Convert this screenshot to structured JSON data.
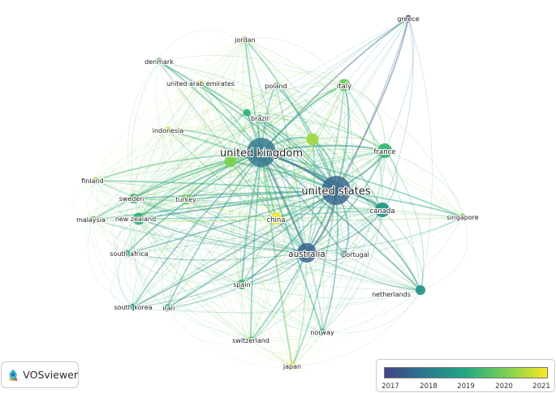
{
  "app": {
    "name": "VOSviewer"
  },
  "legend": {
    "ticks": [
      "2017",
      "2018",
      "2019",
      "2020",
      "2021"
    ],
    "colors": [
      "#414487",
      "#2a788e",
      "#22a884",
      "#7ad151",
      "#fde725"
    ]
  },
  "nodes": [
    {
      "id": "united-kingdom",
      "label": "united kingdom",
      "year": 2017.9,
      "weight": 10
    },
    {
      "id": "united-states",
      "label": "united states",
      "year": 2017.6,
      "weight": 10
    },
    {
      "id": "australia",
      "label": "australia",
      "year": 2017.5,
      "weight": 6
    },
    {
      "id": "greece",
      "label": "greece",
      "year": 2017.3,
      "weight": 1
    },
    {
      "id": "canada",
      "label": "canada",
      "year": 2018.6,
      "weight": 4
    },
    {
      "id": "france",
      "label": "france",
      "year": 2019.3,
      "weight": 4
    },
    {
      "id": "italy",
      "label": "italy",
      "year": 2019.8,
      "weight": 3
    },
    {
      "id": "china",
      "label": "china",
      "year": 2020.9,
      "weight": 3
    },
    {
      "id": "jordan",
      "label": "jordan",
      "year": 2020.2,
      "weight": 1
    },
    {
      "id": "denmark",
      "label": "denmark",
      "year": 2019.6,
      "weight": 1
    },
    {
      "id": "united-arab-emirates",
      "label": "united arab emirates",
      "year": 2020.8,
      "weight": 1
    },
    {
      "id": "poland",
      "label": "poland",
      "year": 2019.9,
      "weight": 1
    },
    {
      "id": "brazil",
      "label": "brazil",
      "year": 2019.5,
      "weight": 1
    },
    {
      "id": "indonesia",
      "label": "indonesia",
      "year": 2020.7,
      "weight": 1
    },
    {
      "id": "finland",
      "label": "finland",
      "year": 2020.3,
      "weight": 1
    },
    {
      "id": "sweden",
      "label": "sweden",
      "year": 2019.4,
      "weight": 2
    },
    {
      "id": "turkey",
      "label": "turkey",
      "year": 2019.8,
      "weight": 2
    },
    {
      "id": "malaysia",
      "label": "malaysia",
      "year": 2019.9,
      "weight": 1
    },
    {
      "id": "new-zealand",
      "label": "new zealand",
      "year": 2019.2,
      "weight": 3
    },
    {
      "id": "singapore",
      "label": "singapore",
      "year": 2020.0,
      "weight": 1
    },
    {
      "id": "south-africa",
      "label": "south africa",
      "year": 2019.0,
      "weight": 1
    },
    {
      "id": "portugal",
      "label": "portugal",
      "year": 2018.5,
      "weight": 1
    },
    {
      "id": "spain",
      "label": "spain",
      "year": 2019.4,
      "weight": 2
    },
    {
      "id": "netherlands",
      "label": "netherlands",
      "year": 2018.6,
      "weight": 2
    },
    {
      "id": "south-korea",
      "label": "south korea",
      "year": 2018.6,
      "weight": 1
    },
    {
      "id": "iran",
      "label": "iran",
      "year": 2019.0,
      "weight": 1
    },
    {
      "id": "norway",
      "label": "norway",
      "year": 2019.1,
      "weight": 1
    },
    {
      "id": "switzerland",
      "label": "switzerland",
      "year": 2019.7,
      "weight": 1
    },
    {
      "id": "japan",
      "label": "japan",
      "year": 2021.0,
      "weight": 1
    },
    {
      "id": "unlabeled-1",
      "label": "",
      "year": 2020.3,
      "weight": 3
    },
    {
      "id": "unlabeled-2",
      "label": "",
      "year": 2020.0,
      "weight": 3
    },
    {
      "id": "unlabeled-3",
      "label": "",
      "year": 2019.2,
      "weight": 1
    }
  ]
}
